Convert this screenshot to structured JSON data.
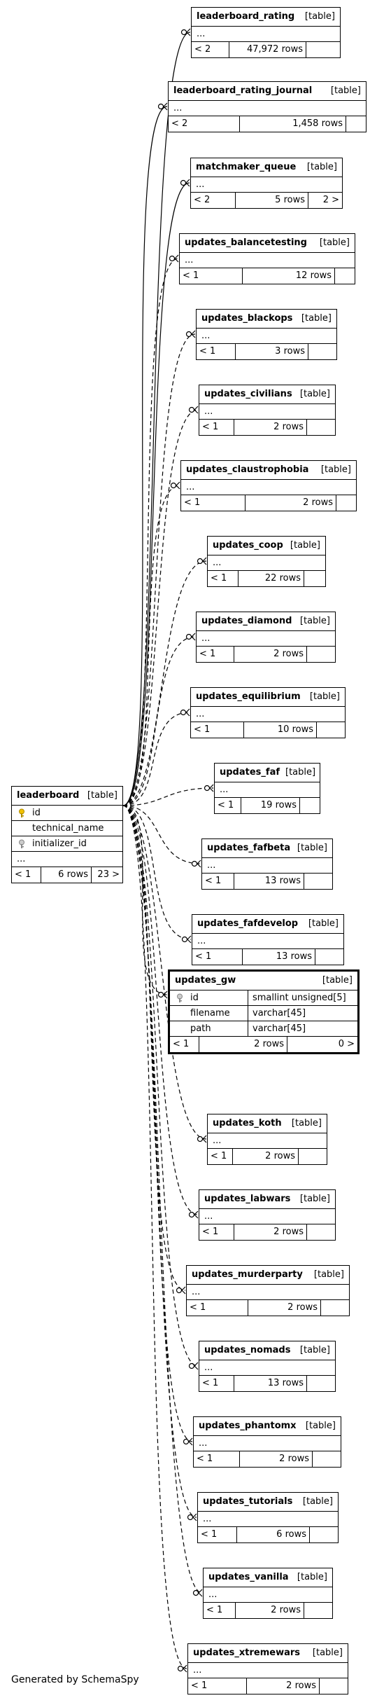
{
  "root": {
    "name": "leaderboard",
    "kind": "[table]",
    "columns": [
      {
        "name": "id",
        "key": "primary"
      },
      {
        "name": "technical_name",
        "key": ""
      },
      {
        "name": "initializer_id",
        "key": "foreign"
      }
    ],
    "ellipsis": "...",
    "parents": "< 1",
    "rows": "6 rows",
    "children": "23 >"
  },
  "tables": [
    {
      "name": "leaderboard_rating",
      "kind": "[table]",
      "ellipsis": "...",
      "parents": "< 2",
      "rows": "47,972 rows",
      "children": "",
      "edge": "solid"
    },
    {
      "name": "leaderboard_rating_journal",
      "kind": "[table]",
      "ellipsis": "...",
      "parents": "< 2",
      "rows": "1,458 rows",
      "children": "",
      "edge": "solid"
    },
    {
      "name": "matchmaker_queue",
      "kind": "[table]",
      "ellipsis": "...",
      "parents": "< 2",
      "rows": "5 rows",
      "children": "2 >",
      "edge": "solid"
    },
    {
      "name": "updates_balancetesting",
      "kind": "[table]",
      "ellipsis": "...",
      "parents": "< 1",
      "rows": "12 rows",
      "children": "",
      "edge": "dashed"
    },
    {
      "name": "updates_blackops",
      "kind": "[table]",
      "ellipsis": "...",
      "parents": "< 1",
      "rows": "3 rows",
      "children": "",
      "edge": "dashed"
    },
    {
      "name": "updates_civilians",
      "kind": "[table]",
      "ellipsis": "...",
      "parents": "< 1",
      "rows": "2 rows",
      "children": "",
      "edge": "dashed"
    },
    {
      "name": "updates_claustrophobia",
      "kind": "[table]",
      "ellipsis": "...",
      "parents": "< 1",
      "rows": "2 rows",
      "children": "",
      "edge": "dashed"
    },
    {
      "name": "updates_coop",
      "kind": "[table]",
      "ellipsis": "...",
      "parents": "< 1",
      "rows": "22 rows",
      "children": "",
      "edge": "dashed"
    },
    {
      "name": "updates_diamond",
      "kind": "[table]",
      "ellipsis": "...",
      "parents": "< 1",
      "rows": "2 rows",
      "children": "",
      "edge": "dashed"
    },
    {
      "name": "updates_equilibrium",
      "kind": "[table]",
      "ellipsis": "...",
      "parents": "< 1",
      "rows": "10 rows",
      "children": "",
      "edge": "dashed"
    },
    {
      "name": "updates_faf",
      "kind": "[table]",
      "ellipsis": "...",
      "parents": "< 1",
      "rows": "19 rows",
      "children": "",
      "edge": "dashed"
    },
    {
      "name": "updates_fafbeta",
      "kind": "[table]",
      "ellipsis": "...",
      "parents": "< 1",
      "rows": "13 rows",
      "children": "",
      "edge": "dashed"
    },
    {
      "name": "updates_fafdevelop",
      "kind": "[table]",
      "ellipsis": "...",
      "parents": "< 1",
      "rows": "13 rows",
      "children": "",
      "edge": "dashed"
    },
    {
      "name": "updates_koth",
      "kind": "[table]",
      "ellipsis": "...",
      "parents": "< 1",
      "rows": "2 rows",
      "children": "",
      "edge": "dashed"
    },
    {
      "name": "updates_labwars",
      "kind": "[table]",
      "ellipsis": "...",
      "parents": "< 1",
      "rows": "2 rows",
      "children": "",
      "edge": "dashed"
    },
    {
      "name": "updates_murderparty",
      "kind": "[table]",
      "ellipsis": "...",
      "parents": "< 1",
      "rows": "2 rows",
      "children": "",
      "edge": "dashed"
    },
    {
      "name": "updates_nomads",
      "kind": "[table]",
      "ellipsis": "...",
      "parents": "< 1",
      "rows": "13 rows",
      "children": "",
      "edge": "dashed"
    },
    {
      "name": "updates_phantomx",
      "kind": "[table]",
      "ellipsis": "...",
      "parents": "< 1",
      "rows": "2 rows",
      "children": "",
      "edge": "dashed"
    },
    {
      "name": "updates_tutorials",
      "kind": "[table]",
      "ellipsis": "...",
      "parents": "< 1",
      "rows": "6 rows",
      "children": "",
      "edge": "dashed"
    },
    {
      "name": "updates_vanilla",
      "kind": "[table]",
      "ellipsis": "...",
      "parents": "< 1",
      "rows": "2 rows",
      "children": "",
      "edge": "dashed"
    },
    {
      "name": "updates_xtremewars",
      "kind": "[table]",
      "ellipsis": "...",
      "parents": "< 1",
      "rows": "2 rows",
      "children": "",
      "edge": "dashed"
    }
  ],
  "gw": {
    "name": "updates_gw",
    "kind": "[table]",
    "columns": [
      {
        "name": "id",
        "type": "smallint unsigned[5]",
        "key": "foreign"
      },
      {
        "name": "filename",
        "type": "varchar[45]",
        "key": ""
      },
      {
        "name": "path",
        "type": "varchar[45]",
        "key": ""
      }
    ],
    "parents": "< 1",
    "rows": "2 rows",
    "children": "0 >"
  },
  "icons": {
    "primary": "key-icon",
    "foreign": "foreign-key-icon"
  },
  "colors": {
    "primary_key": "#f2c200",
    "foreign_key": "#aaaaaa"
  },
  "footer": "Generated by SchemaSpy"
}
